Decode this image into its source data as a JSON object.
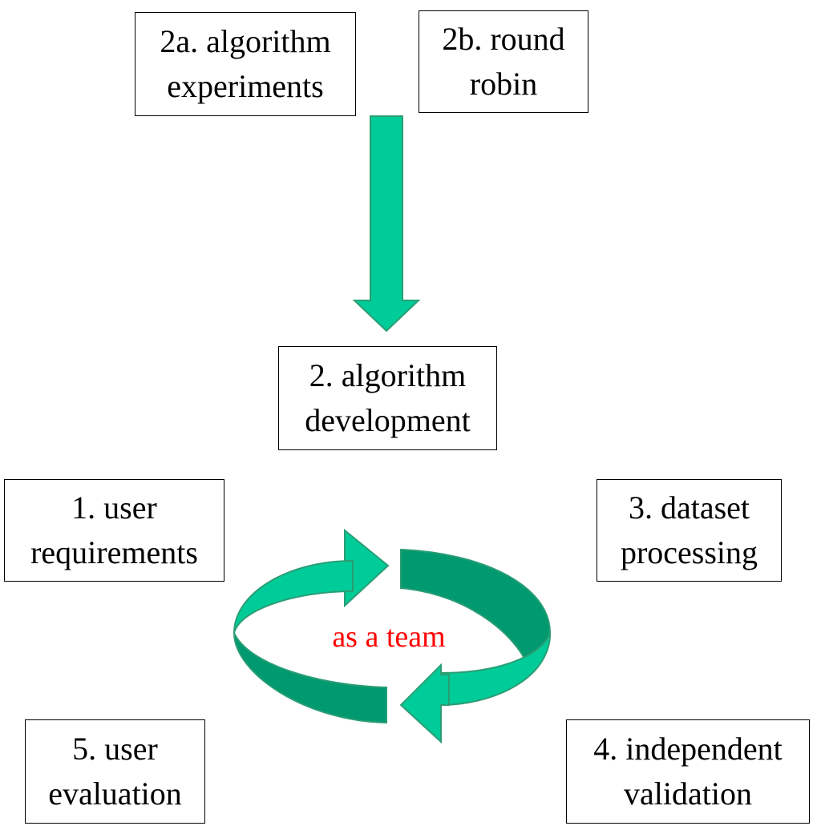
{
  "nodes": {
    "experiments": {
      "line1": "2a. algorithm",
      "line2": "experiments"
    },
    "round_robin": {
      "line1": "2b. round",
      "line2": "robin"
    },
    "development": {
      "line1": "2. algorithm",
      "line2": "development"
    },
    "requirements": {
      "line1": "1. user",
      "line2": "requirements"
    },
    "dataset": {
      "line1": "3. dataset",
      "line2": "processing"
    },
    "evaluation": {
      "line1": "5. user",
      "line2": "evaluation"
    },
    "validation": {
      "line1": "4. independent",
      "line2": "validation"
    }
  },
  "center_label": "as a team",
  "colors": {
    "arrow_light": "#00CC99",
    "arrow_dark": "#009970",
    "arrow_outline": "#2a9d74",
    "center_label": "#ff0000",
    "box_border": "#000000"
  }
}
